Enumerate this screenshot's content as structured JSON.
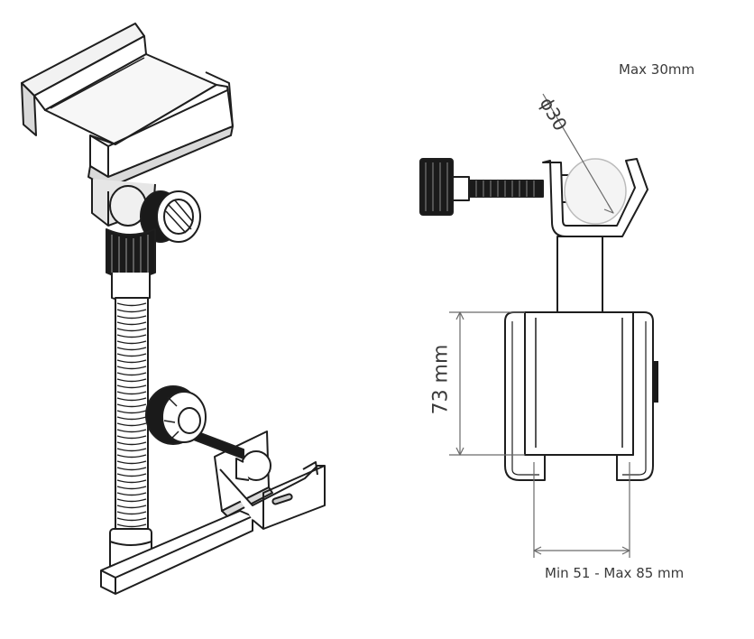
{
  "labels": {
    "max_diameter": "Max 30mm",
    "diameter_value": "30",
    "height_dim": "73 mm",
    "width_range": "Min 51 - Max  85 mm"
  },
  "colors": {
    "line": "#1e1e1e",
    "fill": "#ffffff",
    "shade": "#d9d9d9",
    "dark": "#1a1a1a",
    "dim": "#6a6a6a"
  }
}
